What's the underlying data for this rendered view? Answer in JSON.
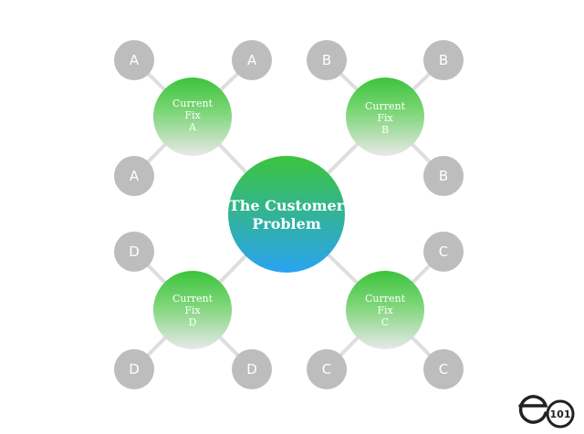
{
  "center": {
    "line1": "The Customer",
    "line2": "Problem"
  },
  "fixes": {
    "a": {
      "line1": "Current",
      "line2": "Fix",
      "line3": "A"
    },
    "b": {
      "line1": "Current",
      "line2": "Fix",
      "line3": "B"
    },
    "c": {
      "line1": "Current",
      "line2": "Fix",
      "line3": "C"
    },
    "d": {
      "line1": "Current",
      "line2": "Fix",
      "line3": "D"
    }
  },
  "leaves": {
    "a": [
      "A",
      "A",
      "A"
    ],
    "b": [
      "B",
      "B",
      "B"
    ],
    "c": [
      "C",
      "C",
      "C"
    ],
    "d": [
      "D",
      "D",
      "D"
    ]
  },
  "logo": {
    "text": "101"
  },
  "colors": {
    "green": "#3cc43c",
    "blue": "#29a3f2",
    "gray": "#bdbdbd",
    "connector": "#dedede",
    "fix_fade": "#e8e8e8"
  }
}
